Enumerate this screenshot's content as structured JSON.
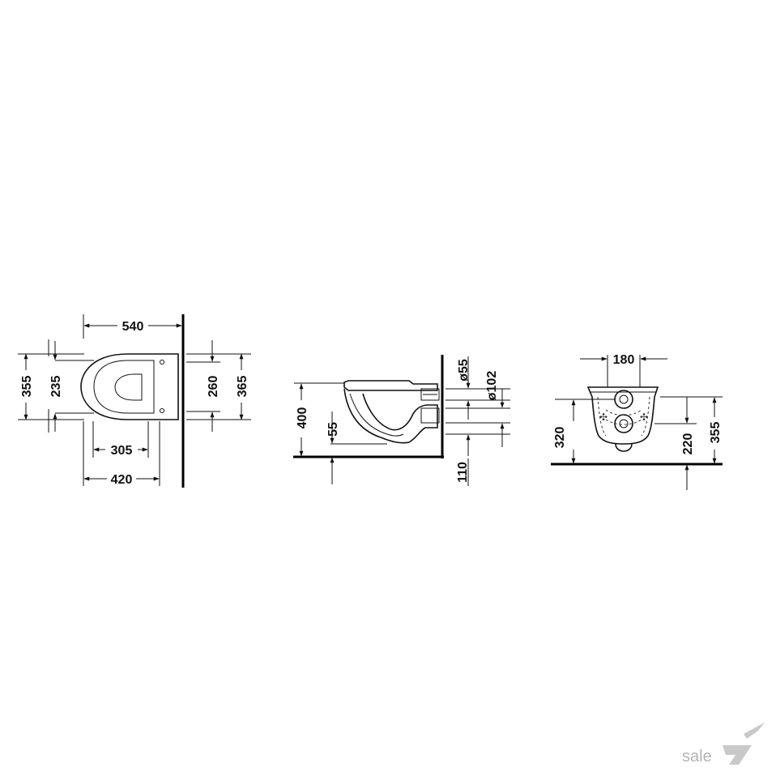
{
  "top_view": {
    "dims": {
      "overall_depth": "540",
      "seat_depth": "420",
      "fixing_spacing": "305",
      "outer_width": "355",
      "inner_width": "235",
      "right_inner": "260",
      "right_outer": "365"
    }
  },
  "side_view": {
    "dims": {
      "rim_height": "400",
      "outlet_height": "55",
      "inlet_diameter": "ø55",
      "outlet_diameter": "ø102",
      "outlet_offset": "110"
    }
  },
  "rear_view": {
    "dims": {
      "hole_spacing": "180",
      "left_height": "320",
      "right_lower": "220",
      "right_upper": "355"
    }
  },
  "watermark": {
    "text": "sale",
    "mark": "7"
  }
}
